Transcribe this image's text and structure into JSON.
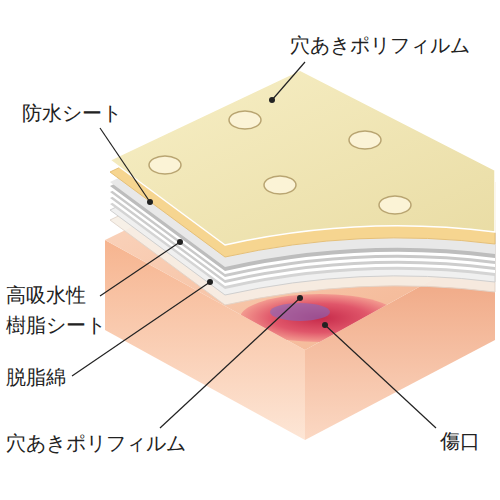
{
  "diagram": {
    "labels": [
      "穴あきポリフィルム",
      "防水シート",
      "高吸水性 樹脂シート",
      "脱脂綿",
      "穴あきポリフィルム",
      "傷口"
    ]
  }
}
